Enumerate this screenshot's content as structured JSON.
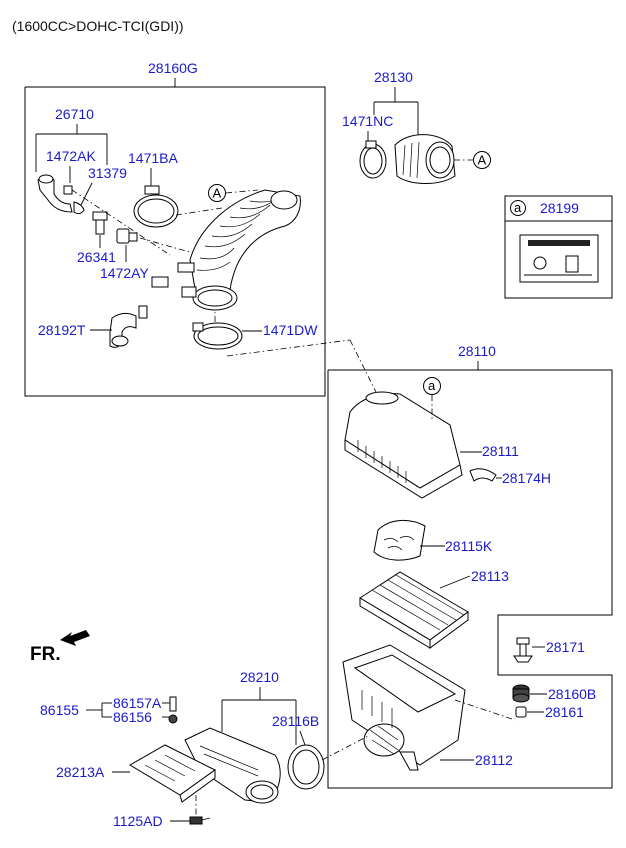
{
  "header": {
    "engine": "(1600CC>DOHC-TCI(GDI))"
  },
  "direction": {
    "front": "FR."
  },
  "reference_marks": {
    "A": "A",
    "a": "a"
  },
  "labels": {
    "p28160G": "28160G",
    "p26710": "26710",
    "p1472AK": "1472AK",
    "p31379": "31379",
    "p1471BA": "1471BA",
    "p26341": "26341",
    "p1472AY": "1472AY",
    "p28192T": "28192T",
    "p1471DW": "1471DW",
    "p28130": "28130",
    "p1471NC": "1471NC",
    "p28199": "28199",
    "p28110": "28110",
    "p28111": "28111",
    "p28174H": "28174H",
    "p28115K": "28115K",
    "p28113": "28113",
    "p28171": "28171",
    "p28160B": "28160B",
    "p28161": "28161",
    "p28112": "28112",
    "p28210": "28210",
    "p28116B": "28116B",
    "p86155": "86155",
    "p86157A": "86157A",
    "p86156": "86156",
    "p28213A": "28213A",
    "p1125AD": "1125AD"
  },
  "colors": {
    "part_number": "#1a1acc",
    "line": "#000000"
  },
  "icons": [
    "front-arrow-icon",
    "clamp-icon",
    "hose-icon",
    "label-sticker-icon"
  ]
}
